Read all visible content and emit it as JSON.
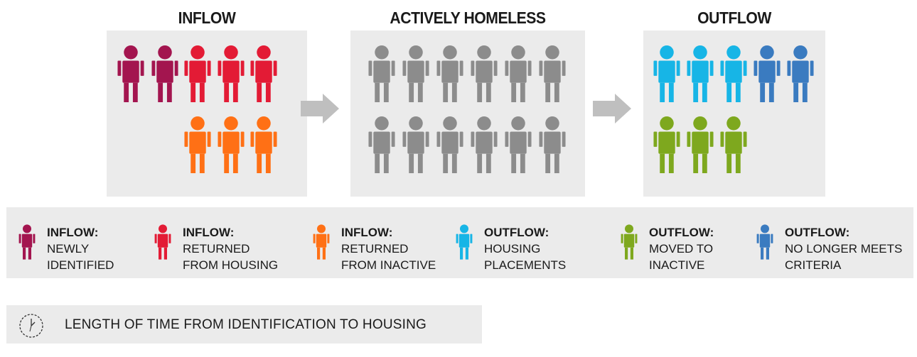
{
  "stages": {
    "inflow": {
      "title": "INFLOW",
      "people": [
        {
          "type": "newly_identified"
        },
        {
          "type": "newly_identified"
        },
        {
          "type": "returned_from_housing"
        },
        {
          "type": "returned_from_housing"
        },
        {
          "type": "returned_from_housing"
        },
        {
          "type": "returned_from_inactive"
        },
        {
          "type": "returned_from_inactive"
        },
        {
          "type": "returned_from_inactive"
        }
      ]
    },
    "active": {
      "title": "ACTIVELY HOMELESS",
      "people_count": 12
    },
    "outflow": {
      "title": "OUTFLOW",
      "people": [
        {
          "type": "housing_placements"
        },
        {
          "type": "housing_placements"
        },
        {
          "type": "housing_placements"
        },
        {
          "type": "no_longer_meets_criteria"
        },
        {
          "type": "no_longer_meets_criteria"
        },
        {
          "type": "moved_to_inactive"
        },
        {
          "type": "moved_to_inactive"
        },
        {
          "type": "moved_to_inactive"
        }
      ]
    }
  },
  "colors": {
    "newly_identified": "#a3154f",
    "returned_from_housing": "#e31b35",
    "returned_from_inactive": "#ff7015",
    "housing_placements": "#17b5e6",
    "moved_to_inactive": "#7ea81e",
    "no_longer_meets_criteria": "#3a7bc0",
    "active": "#8c8c8c",
    "arrow": "#bfbfbf"
  },
  "legend": [
    {
      "type": "newly_identified",
      "title": "INFLOW:",
      "line1": "NEWLY",
      "line2": "IDENTIFIED"
    },
    {
      "type": "returned_from_housing",
      "title": "INFLOW:",
      "line1": "RETURNED",
      "line2": "FROM HOUSING"
    },
    {
      "type": "returned_from_inactive",
      "title": "INFLOW:",
      "line1": "RETURNED",
      "line2": "FROM INACTIVE"
    },
    {
      "type": "housing_placements",
      "title": "OUTFLOW:",
      "line1": "HOUSING",
      "line2": "PLACEMENTS"
    },
    {
      "type": "moved_to_inactive",
      "title": "OUTFLOW:",
      "line1": "MOVED TO",
      "line2": "INACTIVE"
    },
    {
      "type": "no_longer_meets_criteria",
      "title": "OUTFLOW:",
      "line1": "NO LONGER MEETS",
      "line2": "CRITERIA"
    }
  ],
  "timeline": {
    "icon": "clock-icon",
    "label": "LENGTH OF TIME FROM IDENTIFICATION TO HOUSING"
  }
}
